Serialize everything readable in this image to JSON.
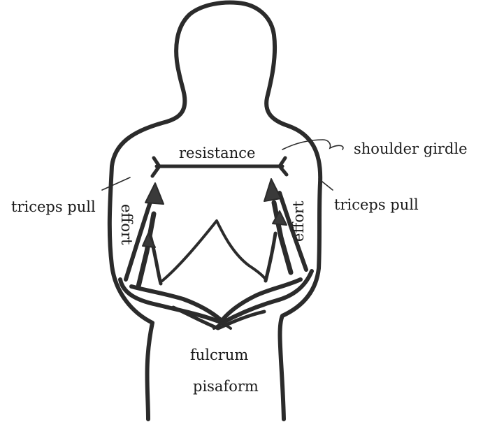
{
  "labels": {
    "resistance": "resistance",
    "shoulder_girdle": "shoulder girdle",
    "triceps_left": "triceps pull",
    "triceps_right": "triceps pull",
    "effort_left": "effort",
    "effort_right": "effort",
    "fulcrum": "fulcrum",
    "pisaform": "pisaform"
  },
  "colors": {
    "ink": "#2b2b2b",
    "background": "#ffffff"
  }
}
